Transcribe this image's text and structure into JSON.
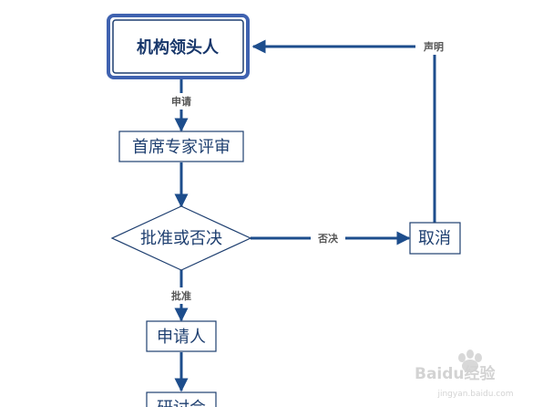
{
  "nodes": {
    "leader": "机构领头人",
    "expert_review": "首席专家评审",
    "decision": "批准或否决",
    "cancel": "取消",
    "applicant": "申请人",
    "partial_bottom": "研讨会"
  },
  "edge_labels": {
    "apply": "申请",
    "reject": "否决",
    "approve": "批准",
    "statement": "声明"
  },
  "watermark": {
    "text": "Baidu经验",
    "url": "jingyan.baidu.com"
  },
  "colors": {
    "line": "#1d4d8c",
    "box_border": "#1e3f70",
    "leader_outer": "#3f62b0"
  }
}
